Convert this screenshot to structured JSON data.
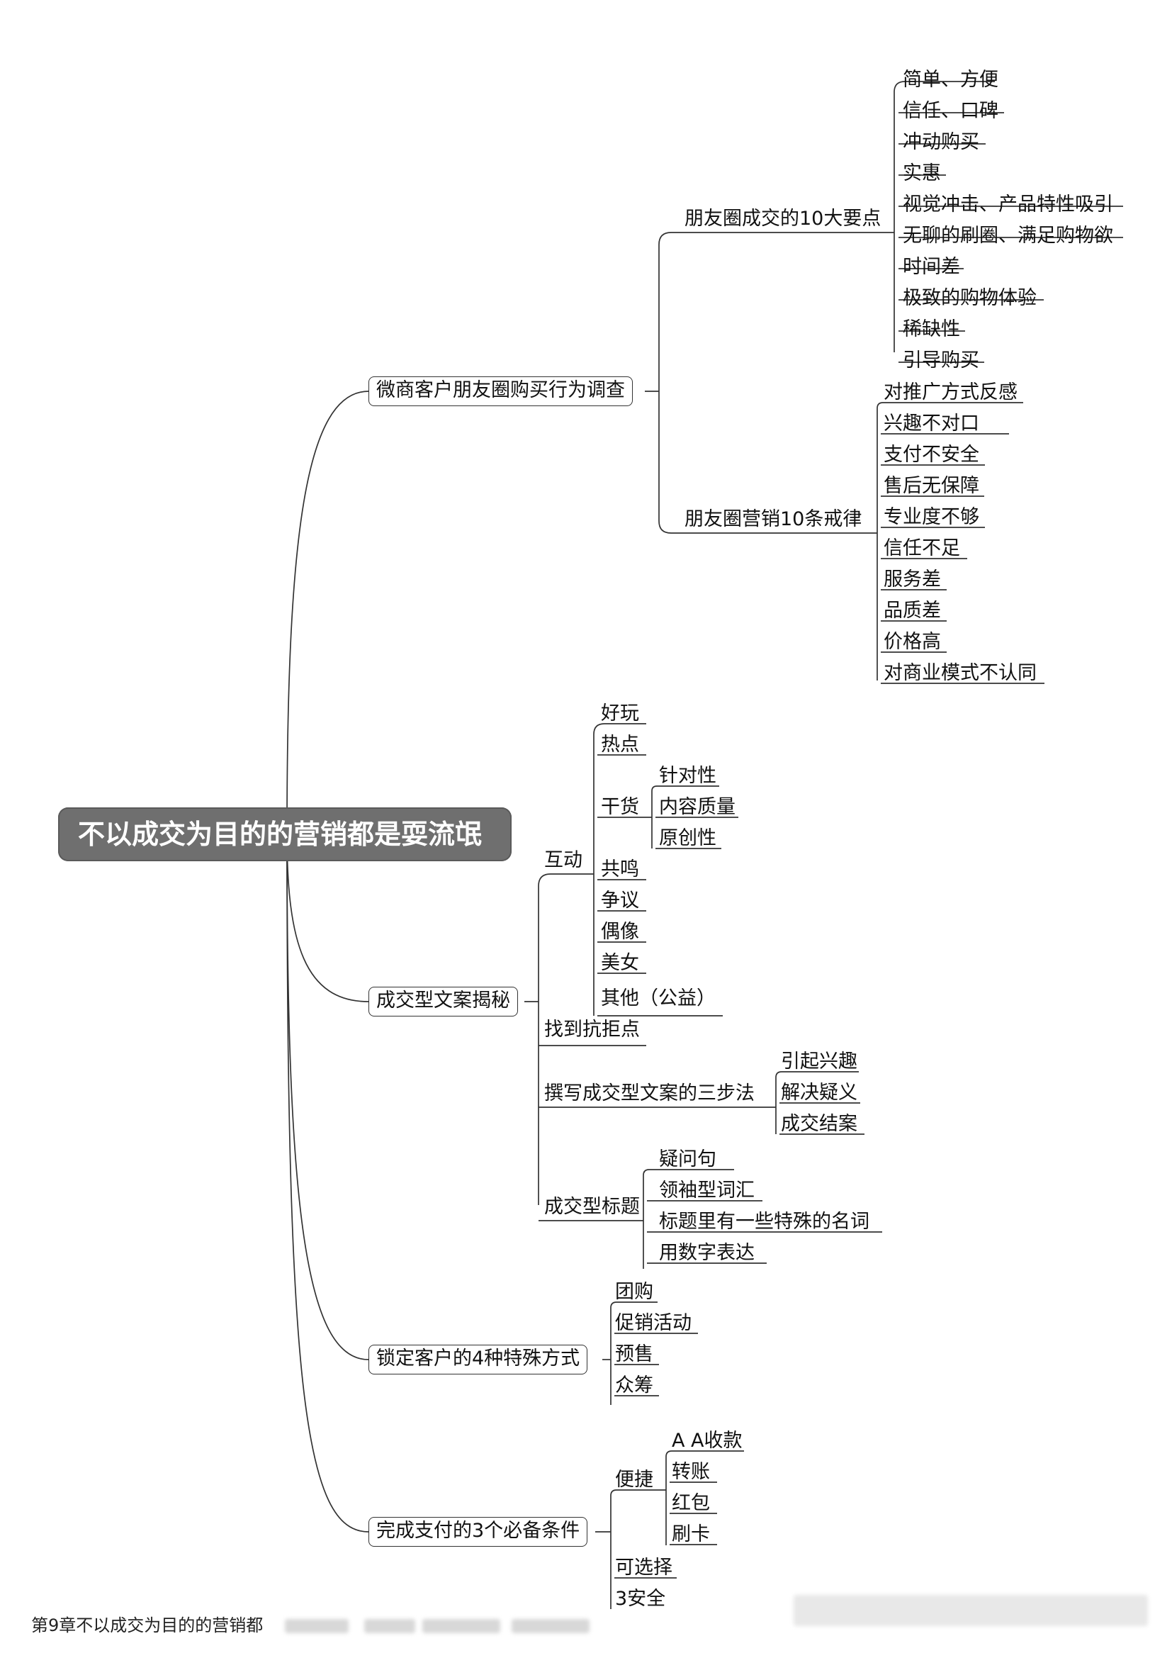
{
  "root": {
    "label": "不以成交为目的的营销都是耍流氓"
  },
  "branches": [
    {
      "label": "微商客户朋友圈购买行为调查",
      "children": [
        {
          "label": "朋友圈成交的10大要点",
          "items": [
            "简单、方便",
            "信任、口碑",
            "冲动购买",
            "实惠",
            "视觉冲击、产品特性吸引",
            "无聊的刷圈、满足购物欲",
            "时间差",
            "极致的购物体验",
            "稀缺性",
            "引导购买"
          ]
        },
        {
          "label": "朋友圈营销10条戒律",
          "items": [
            "对推广方式反感",
            "兴趣不对口",
            "支付不安全",
            "售后无保障",
            "专业度不够",
            "信任不足",
            "服务差",
            "品质差",
            "价格高",
            "对商业模式不认同"
          ]
        }
      ]
    },
    {
      "label": "成交型文案揭秘",
      "children": [
        {
          "label": "互动",
          "items": [
            "好玩",
            "热点",
            "干货",
            "共鸣",
            "争议",
            "偶像",
            "美女",
            "其他（公益）"
          ],
          "sub": {
            "parent": "干货",
            "items": [
              "针对性",
              "内容质量",
              "原创性"
            ]
          }
        },
        {
          "label": "找到抗拒点",
          "items": []
        },
        {
          "label": "撰写成交型文案的三步法",
          "items": [
            "引起兴趣",
            "解决疑义",
            "成交结案"
          ]
        },
        {
          "label": "成交型标题",
          "items": [
            "疑问句",
            "领袖型词汇",
            "标题里有一些特殊的名词",
            "用数字表达"
          ]
        }
      ]
    },
    {
      "label": "锁定客户的4种特殊方式",
      "items": [
        "团购",
        "促销活动",
        "预售",
        "众筹"
      ]
    },
    {
      "label": "完成支付的3个必备条件",
      "children": [
        {
          "label": "便捷",
          "items": [
            "A A收款",
            "转账",
            "红包",
            "刷卡"
          ]
        },
        {
          "label": "可选择",
          "items": []
        },
        {
          "label": "3安全",
          "items": []
        }
      ]
    }
  ],
  "footer": {
    "text": "第9章不以成交为目的的营销都"
  }
}
